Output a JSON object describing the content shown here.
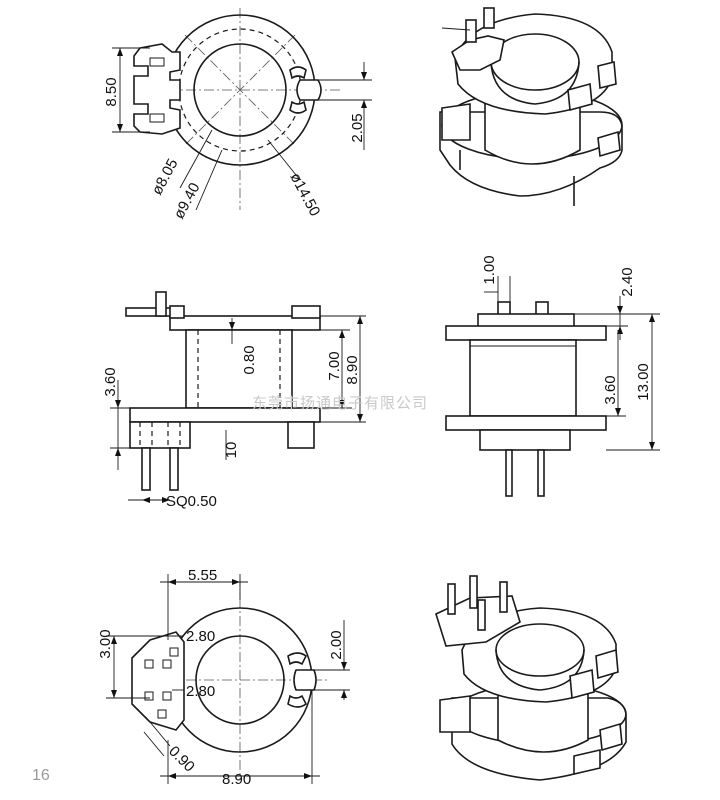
{
  "top_view": {
    "dim_height": "8.50",
    "dim_slot": "2.05",
    "dia_inner": "ø8.05",
    "dia_mid": "ø9.40",
    "dia_outer": "ø14.50"
  },
  "side_view": {
    "dim_inner_gap": "0.80",
    "dim_winding": "7.00",
    "dim_total": "8.90",
    "dim_base": "3.60",
    "dim_pin_len": "10",
    "dim_pin_sq": "SQ0.50"
  },
  "front_view": {
    "dim_tab_w": "1.00",
    "dim_tab_h": "2.40",
    "dim_pin": "3.60",
    "dim_total": "13.00"
  },
  "bottom_view": {
    "dim_top": "5.55",
    "dim_side": "3.00",
    "dim_pitch_a": "2.80",
    "dim_pitch_b": "2.80",
    "dim_slot": "2.00",
    "dim_angle": "0.90",
    "dim_width": "8.90"
  },
  "watermark": "东莞市扬通电子有限公司",
  "page_number": "16"
}
